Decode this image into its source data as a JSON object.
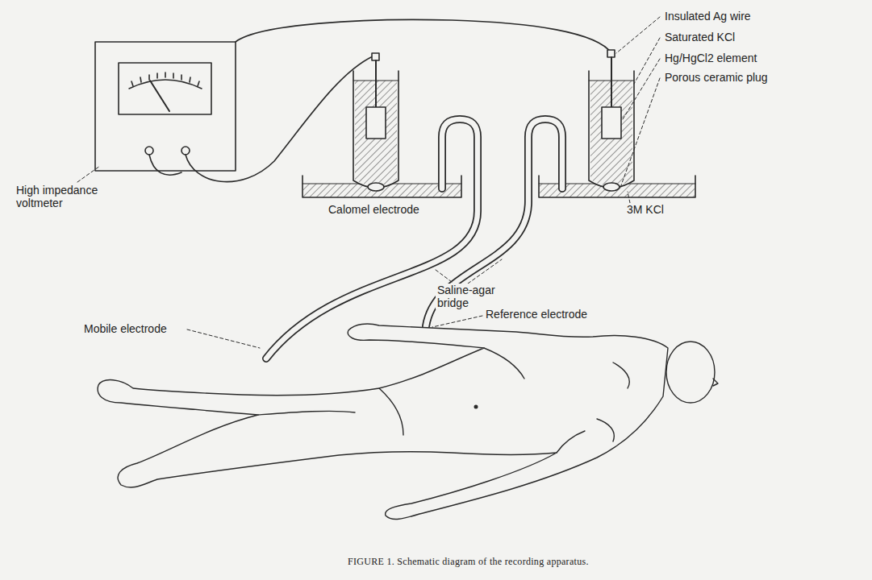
{
  "diagram": {
    "caption": "FIGURE 1. Schematic diagram of the recording apparatus.",
    "labels": [
      "Insulated Ag wire",
      "Saturated KCl",
      "Hg/HgCl2 element",
      "Porous ceramic plug",
      "High impedance voltmeter",
      "Calomel electrode",
      "3M KCl",
      "Mobile electrode",
      "Saline-agar bridge",
      "Reference electrode"
    ]
  }
}
